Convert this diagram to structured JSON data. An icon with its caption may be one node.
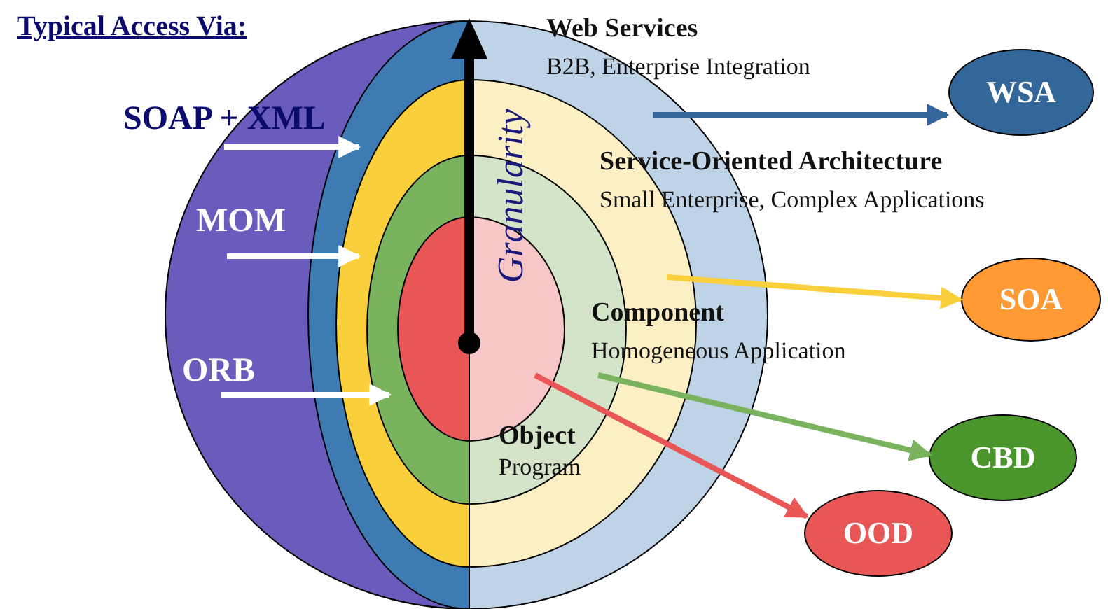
{
  "diagram": {
    "title": "Typical Access Via:",
    "nodes": [
      {
        "text": [
          "Web Services",
          "B2B, Enterprise Integration"
        ]
      },
      {
        "text": [
          "Service-Oriented Architecture",
          "Small Enterprise, Complex Applications"
        ],
        "in": 0
      },
      {
        "text": [
          "Component",
          "Homogeneous Application"
        ],
        "in": 1
      },
      {
        "text": [
          "Object",
          "Program"
        ],
        "in": 2
      },
      {
        "text": [
          "SOAP + XML"
        ]
      },
      {
        "text": [
          "MOM"
        ]
      },
      {
        "text": [
          "ORB"
        ]
      },
      {
        "text": [
          "WSA"
        ]
      },
      {
        "text": [
          "SOA"
        ]
      },
      {
        "text": [
          "CBD"
        ]
      },
      {
        "text": [
          "OOD"
        ]
      }
    ],
    "edges": [
      {
        "from": 4,
        "to": 0,
        "arrow": "to",
        "color": "#ffffff"
      },
      {
        "from": 5,
        "to": 1,
        "arrow": "to",
        "color": "#ffffff"
      },
      {
        "from": 6,
        "to": 2,
        "arrow": "to",
        "color": "#ffffff"
      },
      {
        "from": 0,
        "to": 7,
        "arrow": "to",
        "color": "#336699"
      },
      {
        "from": 1,
        "to": 8,
        "arrow": "to",
        "color": "#f9cf3b"
      },
      {
        "from": 2,
        "to": 9,
        "arrow": "to",
        "color": "#7ab35e"
      },
      {
        "from": 3,
        "to": 10,
        "arrow": "to",
        "color": "#e85656"
      }
    ],
    "labels": [
      "Granularity"
    ]
  }
}
